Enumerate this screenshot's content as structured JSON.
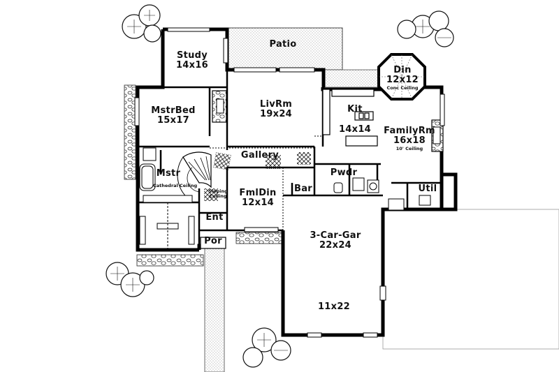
{
  "rooms": {
    "study": {
      "name": "Study",
      "size": "14x16"
    },
    "patio": {
      "name": "Patio"
    },
    "livrm": {
      "name": "LivRm",
      "size": "19x24"
    },
    "mstrbed": {
      "name": "MstrBed",
      "size": "15x17"
    },
    "din": {
      "name": "Din",
      "size": "12x12",
      "note": "Conc Ceiling"
    },
    "kit": {
      "name": "Kit",
      "size": "14x14"
    },
    "familyrm": {
      "name": "FamilyRm",
      "size": "16x18",
      "note": "10' Ceiling"
    },
    "gallery": {
      "name": "Gallery"
    },
    "mstr": {
      "name": "Mstr",
      "note": "Cathedral Ceiling"
    },
    "sloping": {
      "note": "Sloping Ceiling"
    },
    "fmldin": {
      "name": "FmlDin",
      "size": "12x14"
    },
    "pwdr": {
      "name": "Pwdr"
    },
    "bar": {
      "name": "Bar"
    },
    "util": {
      "name": "Util"
    },
    "ent": {
      "name": "Ent"
    },
    "por": {
      "name": "Por"
    },
    "garage": {
      "name": "3-Car-Gar",
      "size": "22x24"
    },
    "garage2": {
      "size": "11x22"
    }
  }
}
